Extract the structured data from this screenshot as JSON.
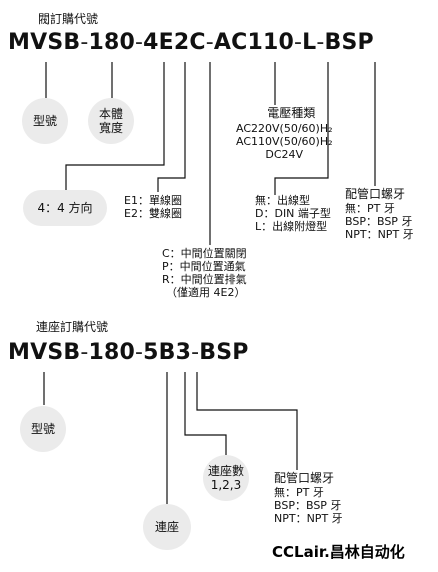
{
  "section1": {
    "caption": "閥訂購代號",
    "code": {
      "p1": "MVSB",
      "s1": "-",
      "p2": "180",
      "s2": "-",
      "p3": "4E2C",
      "s3": "-",
      "p4": "AC110",
      "s4": "-",
      "p5": "L",
      "s5": "-",
      "p6": "BSP"
    },
    "bubble_model": "型號",
    "bubble_body_1": "本體",
    "bubble_body_2": "寬度",
    "bubble_way": "4：4 方向",
    "voltage": {
      "title": "電壓種類",
      "lines": [
        "AC220V(50/60)H₂",
        "AC110V(50/60)H₂",
        "DC24V"
      ]
    },
    "solenoid": {
      "lines": [
        "E1：單線圈",
        "E2：雙線圈"
      ]
    },
    "wiring": {
      "lines": [
        "無：出線型",
        "D：DIN 端子型",
        "L：出線附燈型"
      ]
    },
    "thread": {
      "title": "配管口螺牙",
      "lines": [
        "無：PT 牙",
        "BSP：BSP 牙",
        "NPT：NPT 牙"
      ]
    },
    "center": {
      "lines": [
        "C：中間位置關閉",
        "P：中間位置通氣",
        "R：中間位置排氣",
        "（僅適用 4E2）"
      ]
    }
  },
  "section2": {
    "caption": "連座訂購代號",
    "code": {
      "p1": "MVSB",
      "s1": "-",
      "p2": "180",
      "s2": "-",
      "p3": "5B3",
      "s3": "-",
      "p4": "BSP"
    },
    "bubble_model": "型號",
    "bubble_count_1": "連座數",
    "bubble_count_2": "1,2,3",
    "bubble_base": "連座",
    "thread": {
      "title": "配管口螺牙",
      "lines": [
        "無：PT 牙",
        "BSP：BSP 牙",
        "NPT：NPT 牙"
      ]
    }
  },
  "watermark": "CCLair.昌林自动化",
  "colors": {
    "bubble": "#ebebeb",
    "line": "#111111"
  }
}
